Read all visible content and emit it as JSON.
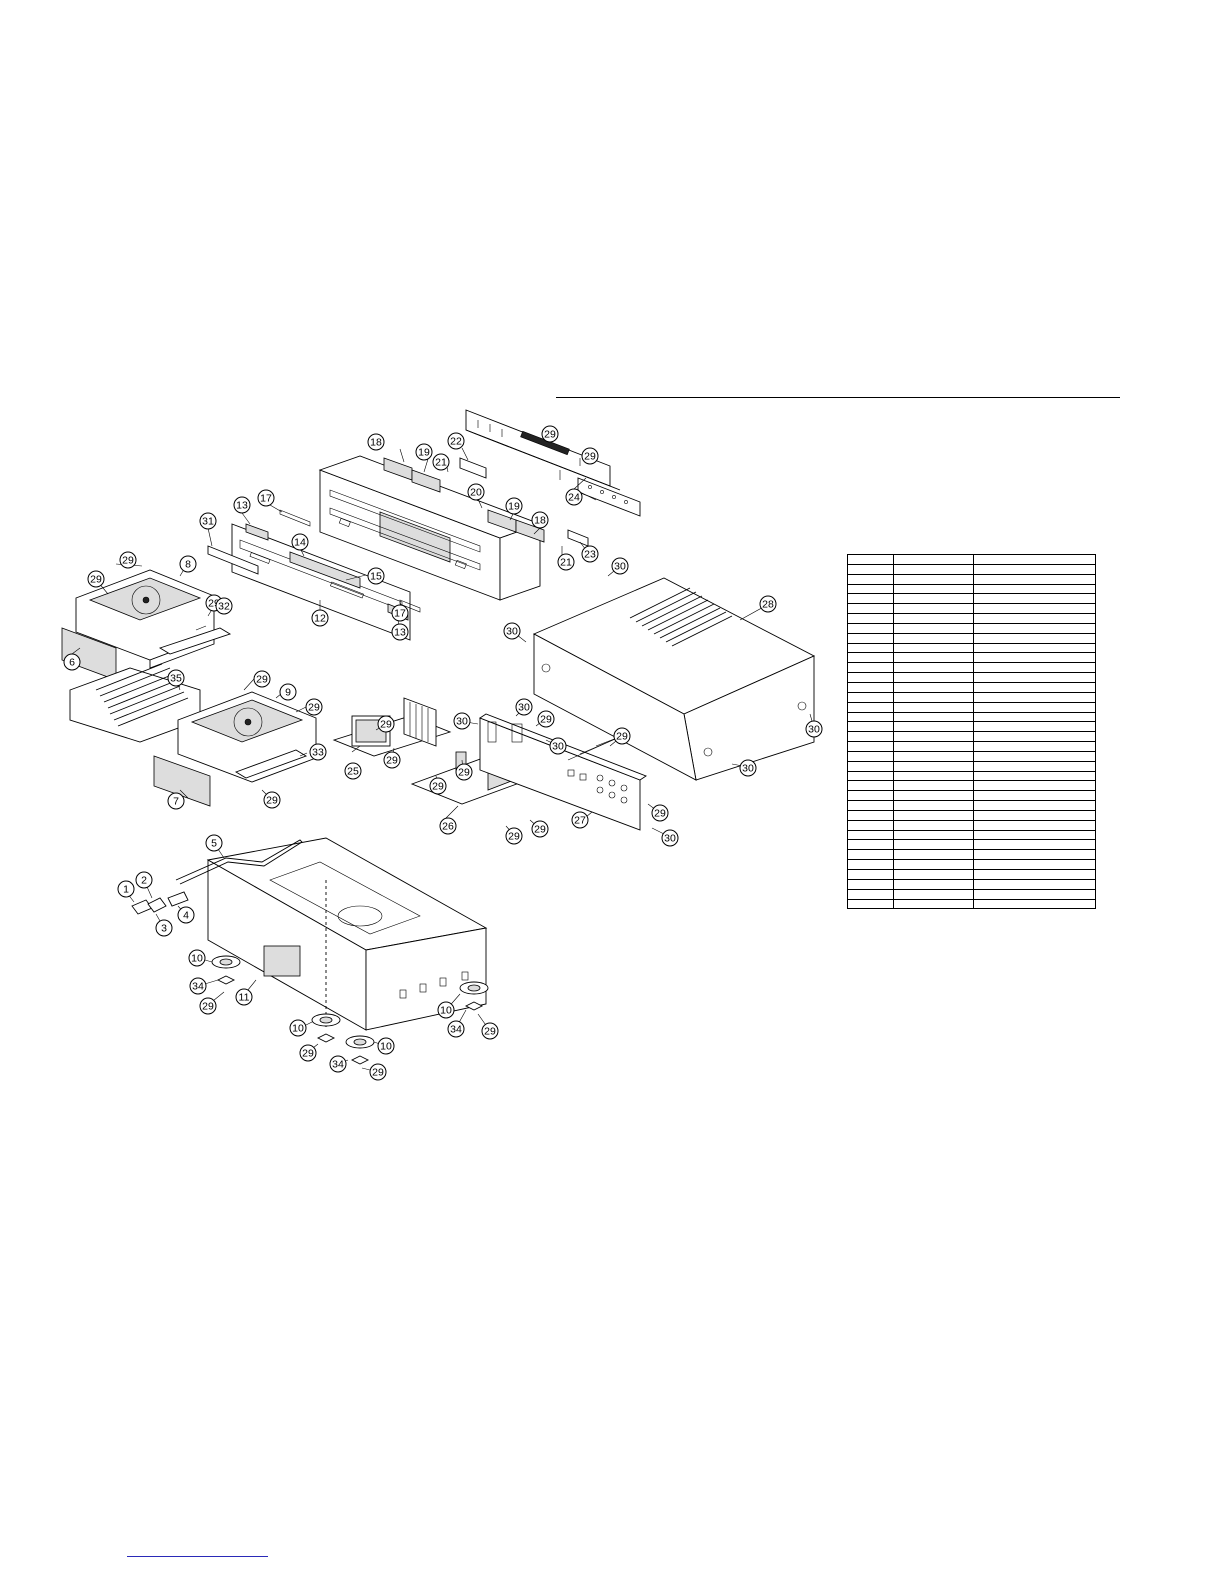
{
  "callouts": [
    {
      "label": "1"
    },
    {
      "label": "2"
    },
    {
      "label": "3"
    },
    {
      "label": "4"
    },
    {
      "label": "5"
    },
    {
      "label": "6"
    },
    {
      "label": "7"
    },
    {
      "label": "8"
    },
    {
      "label": "9"
    },
    {
      "label": "10"
    },
    {
      "label": "10"
    },
    {
      "label": "10"
    },
    {
      "label": "10"
    },
    {
      "label": "11"
    },
    {
      "label": "12"
    },
    {
      "label": "13"
    },
    {
      "label": "13"
    },
    {
      "label": "14"
    },
    {
      "label": "15"
    },
    {
      "label": "17"
    },
    {
      "label": "17"
    },
    {
      "label": "18"
    },
    {
      "label": "18"
    },
    {
      "label": "19"
    },
    {
      "label": "19"
    },
    {
      "label": "20"
    },
    {
      "label": "21"
    },
    {
      "label": "21"
    },
    {
      "label": "22"
    },
    {
      "label": "23"
    },
    {
      "label": "24"
    },
    {
      "label": "25"
    },
    {
      "label": "26"
    },
    {
      "label": "27"
    },
    {
      "label": "28"
    },
    {
      "label": "29"
    },
    {
      "label": "29"
    },
    {
      "label": "29"
    },
    {
      "label": "29"
    },
    {
      "label": "29"
    },
    {
      "label": "29"
    },
    {
      "label": "29"
    },
    {
      "label": "29"
    },
    {
      "label": "29"
    },
    {
      "label": "29"
    },
    {
      "label": "29"
    },
    {
      "label": "29"
    },
    {
      "label": "29"
    },
    {
      "label": "29"
    },
    {
      "label": "29"
    },
    {
      "label": "29"
    },
    {
      "label": "29"
    },
    {
      "label": "29"
    },
    {
      "label": "29"
    },
    {
      "label": "29"
    },
    {
      "label": "29"
    },
    {
      "label": "30"
    },
    {
      "label": "30"
    },
    {
      "label": "30"
    },
    {
      "label": "30"
    },
    {
      "label": "30"
    },
    {
      "label": "30"
    },
    {
      "label": "30"
    },
    {
      "label": "30"
    },
    {
      "label": "31"
    },
    {
      "label": "32"
    },
    {
      "label": "33"
    },
    {
      "label": "34"
    },
    {
      "label": "34"
    },
    {
      "label": "34"
    },
    {
      "label": "35"
    }
  ],
  "parts_table": {
    "rows": 36,
    "columns": 3
  }
}
